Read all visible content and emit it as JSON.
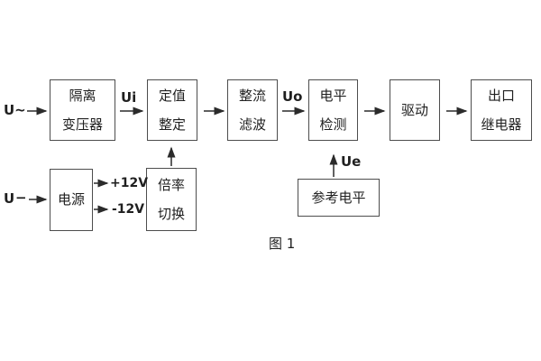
{
  "figure": {
    "caption": "图 1",
    "inputs": {
      "ac_label": "U~",
      "dc_label": "U",
      "dc_symbol": "−"
    },
    "signal_labels": {
      "ui": "Ui",
      "uo": "Uo",
      "ue": "Ue",
      "rail_pos": "+12V",
      "rail_neg": "-12V"
    },
    "blocks": {
      "isolation_transformer": {
        "line1": "隔离",
        "line2": "变压器"
      },
      "value_setting": {
        "line1": "定值",
        "line2": "整定"
      },
      "rectify_filter": {
        "line1": "整流",
        "line2": "滤波"
      },
      "level_detect": {
        "line1": "电平",
        "line2": "检测"
      },
      "drive": {
        "label": "驱动"
      },
      "output_relay": {
        "line1": "出口",
        "line2": "继电器"
      },
      "power": {
        "label": "电源"
      },
      "multiplier_switch": {
        "line1": "倍率",
        "line2": "切换"
      },
      "reference_level": {
        "label": "参考电平"
      }
    },
    "colors": {
      "box_border": "#4d4d4d",
      "line": "#2b2b2b",
      "text": "#1f1f1f",
      "background": "#ffffff"
    }
  }
}
